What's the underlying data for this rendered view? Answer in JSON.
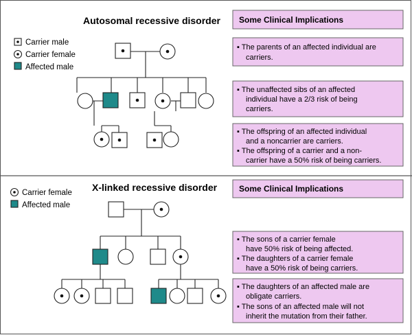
{
  "sections": [
    {
      "title": "Autosomal recessive disorder",
      "legend": [
        "Carrier male",
        "Carrier female",
        "Affected male"
      ],
      "panel_title": "Some Clinical Implications",
      "notes": [
        [
          "▪ The parents of an affected individual are",
          "carriers."
        ],
        [
          "▪ The unaffected sibs of an affected",
          "individual have a 2/3 risk of being",
          "carriers."
        ],
        [
          "▪ The offspring of an affected individual",
          "and a noncarrier are carriers.",
          "▪ The offspring of a carrier and a non-",
          "carrier have a 50% risk of being carriers."
        ]
      ]
    },
    {
      "title": "X-linked recessive disorder",
      "legend": [
        "Carrier female",
        "Affected male"
      ],
      "panel_title": "Some Clinical Implications",
      "notes": [
        [
          "▪ The sons of a carrier female",
          "have 50% risk of being affected.",
          "▪ The daughters of a carrier female",
          "have a 50% risk of being carriers."
        ],
        [
          "▪ The daughters of an affected male are",
          "obligate carriers.",
          "▪ The sons of an affected male will not",
          "inherit the mutation from their father."
        ]
      ]
    }
  ],
  "colors": {
    "affected": "#1f8a8a",
    "panel": "#eec8f0"
  },
  "pedigrees": {
    "autosomal": [
      {
        "kind": "male",
        "status": "carrier"
      },
      {
        "kind": "female",
        "status": "carrier"
      },
      {
        "kind": "female",
        "status": "unaffected"
      },
      {
        "kind": "male",
        "status": "affected"
      },
      {
        "kind": "male",
        "status": "carrier"
      },
      {
        "kind": "female",
        "status": "carrier"
      },
      {
        "kind": "male",
        "status": "unaffected"
      },
      {
        "kind": "female",
        "status": "unaffected"
      },
      {
        "kind": "female",
        "status": "carrier"
      },
      {
        "kind": "male",
        "status": "carrier"
      },
      {
        "kind": "male",
        "status": "carrier"
      },
      {
        "kind": "female",
        "status": "unaffected"
      }
    ],
    "x_linked": [
      {
        "kind": "male",
        "status": "unaffected"
      },
      {
        "kind": "female",
        "status": "carrier"
      },
      {
        "kind": "male",
        "status": "affected"
      },
      {
        "kind": "female",
        "status": "unaffected"
      },
      {
        "kind": "male",
        "status": "unaffected"
      },
      {
        "kind": "female",
        "status": "carrier"
      },
      {
        "kind": "female",
        "status": "carrier"
      },
      {
        "kind": "female",
        "status": "carrier"
      },
      {
        "kind": "male",
        "status": "unaffected"
      },
      {
        "kind": "male",
        "status": "unaffected"
      },
      {
        "kind": "male",
        "status": "affected"
      },
      {
        "kind": "female",
        "status": "unaffected"
      },
      {
        "kind": "male",
        "status": "unaffected"
      },
      {
        "kind": "female",
        "status": "carrier"
      }
    ]
  }
}
